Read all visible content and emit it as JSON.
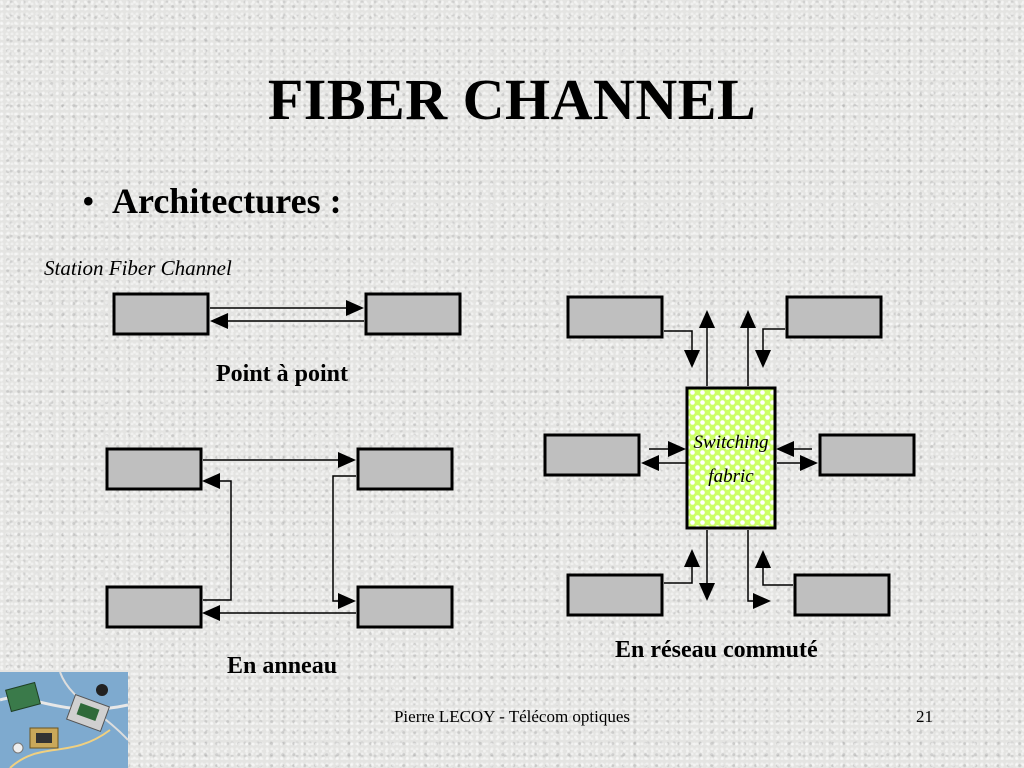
{
  "slide": {
    "title": "FIBER CHANNEL",
    "bullet_symbol": "•",
    "bullet_text": "Architectures :",
    "station_caption": "Station Fiber Channel",
    "label_point_to_point": "Point à point",
    "label_ring": "En anneau",
    "label_switched": "En réseau commuté",
    "switching_fabric_line1": "Switching",
    "switching_fabric_line2": "fabric",
    "footer": "Pierre LECOY - Télécom optiques",
    "page_number": "21"
  },
  "colors": {
    "station_fill": "#bfbfbf",
    "fabric_fill": "#ccff66",
    "line": "#000000"
  }
}
